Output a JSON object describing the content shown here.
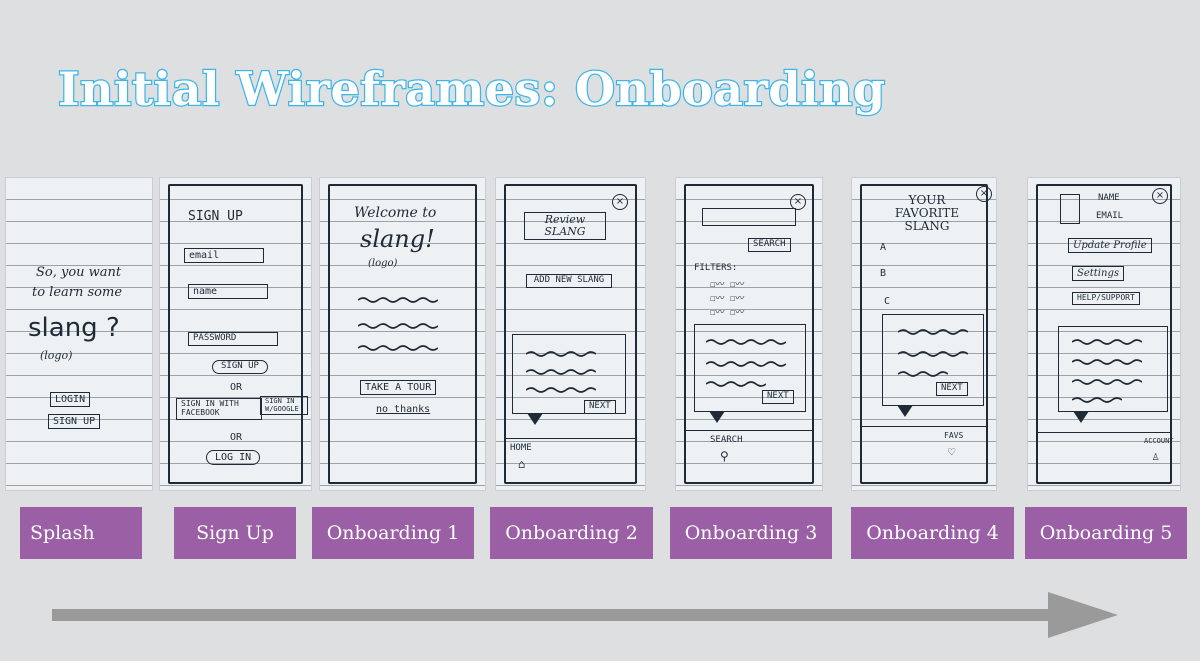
{
  "title": "Initial Wireframes: Onboarding",
  "labels": [
    "Splash",
    "Sign Up",
    "Onboarding 1",
    "Onboarding 2",
    "Onboarding 3",
    "Onboarding 4",
    "Onboarding 5"
  ],
  "sketches": {
    "splash": {
      "line1": "So, you want",
      "line2": "to learn some",
      "slang": "slang ?",
      "logo": "(logo)",
      "login": "LOGIN",
      "signup": "SIGN UP"
    },
    "signup": {
      "heading": "SIGN UP",
      "email": "email",
      "name": "name",
      "password": "PASSWORD",
      "signup_btn": "SIGN UP",
      "or1": "OR",
      "facebook": "SIGN IN WITH FACEBOOK",
      "google": "SIGN IN W/GOOGLE",
      "or2": "OR",
      "login": "LOG IN"
    },
    "onboarding1": {
      "welcome": "Welcome to",
      "slang": "slang!",
      "logo": "(logo)",
      "tour": "TAKE A TOUR",
      "no_thanks": "no thanks"
    },
    "onboarding2": {
      "review": "Review SLANG",
      "add_new": "ADD NEW SLANG",
      "next": "NEXT",
      "home": "HOME"
    },
    "onboarding3": {
      "search_btn": "SEARCH",
      "filters": "FILTERS:",
      "next": "NEXT",
      "search_tab": "SEARCH"
    },
    "onboarding4": {
      "heading": "YOUR FAVORITE SLANG",
      "a": "A",
      "b": "B",
      "c": "C",
      "next": "NEXT",
      "favs": "FAVS"
    },
    "onboarding5": {
      "name": "NAME",
      "email": "EMAIL",
      "update": "Update Profile",
      "settings": "Settings",
      "help": "HELP/SUPPORT",
      "account": "ACCOUNT"
    }
  },
  "colors": {
    "title": "#3cb6e8",
    "label_bg": "#9b5fa6",
    "arrow": "#9a9a9a",
    "background": "#dedfe0"
  }
}
